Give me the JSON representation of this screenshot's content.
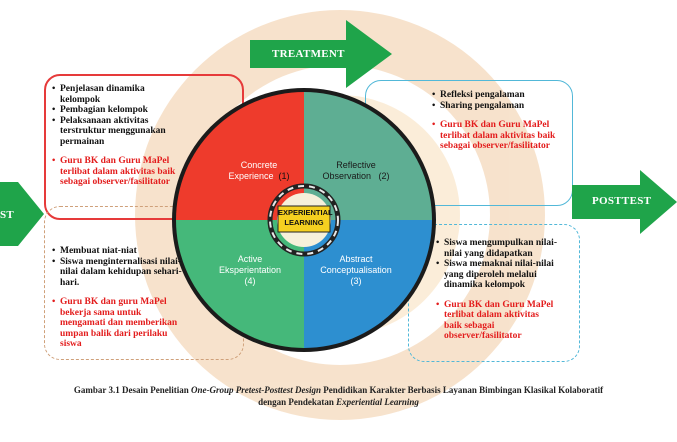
{
  "arrows": {
    "treatment": "TREATMENT",
    "posttest": "POSTTEST",
    "pretest": "ST"
  },
  "colors": {
    "red_box": "#e63a3a",
    "blue_box": "#52b8d8",
    "green_arrow": "#1fa44a",
    "quad_concrete": "#ee3b2c",
    "quad_reflective": "#5eae93",
    "quad_active": "#45b87a",
    "quad_abstract": "#2d8fd0"
  },
  "center": {
    "line1": "EXPERIENTIAL",
    "line2": "LEARNING"
  },
  "quadrants": {
    "concrete": {
      "line1": "Concrete",
      "line2": "Experience",
      "num": "(1)"
    },
    "reflective": {
      "line1": "Reflective",
      "line2": "Observation",
      "num": "(2)"
    },
    "active": {
      "line1": "Active",
      "line2": "Eksperientation",
      "num": "(4)"
    },
    "abstract": {
      "line1": "Abstract",
      "line2": "Conceptualisation",
      "num": "(3)"
    }
  },
  "box_top_left": {
    "items": [
      "Penjelasan dinamika kelompok",
      "Pembagian kelompok",
      "Pelaksanaan aktivitas terstruktur menggunakan permainan"
    ],
    "red": "Guru BK dan Guru MaPel terlibat dalam aktivitas baik sebagai observer/fasilitator"
  },
  "box_top_right": {
    "items": [
      "Refleksi pengalaman",
      "Sharing pengalaman"
    ],
    "red": "Guru BK dan Guru MaPel terlibat dalam aktivitas baik sebagai observer/fasilitator"
  },
  "box_bottom_left": {
    "items": [
      "Membuat niat-niat",
      "Siswa menginternalisasi nilai-nilai dalam kehidupan sehari-hari."
    ],
    "red": "Guru BK dan guru MaPel bekerja sama untuk mengamati dan memberikan umpan balik dari perilaku siswa"
  },
  "box_bottom_right": {
    "items": [
      "Siswa mengumpulkan nilai-nilai yang didapatkan",
      "Siswa memaknai nilai-nilai yang diperoleh melalui dinamika kelompok"
    ],
    "red": "Guru BK dan Guru MaPel terlibat dalam aktivitas baik sebagai observer/fasilitator"
  },
  "caption": {
    "part1": "Gambar 3.1 Desain Penelitian ",
    "italic1": "One-Group Pretest-Posttest Design",
    "part2": " Pendidikan Karakter Berbasis Layanan Bimbingan Klasikal Kolaboratif",
    "part3": "dengan Pendekatan ",
    "italic2": "Experiential Learning"
  }
}
